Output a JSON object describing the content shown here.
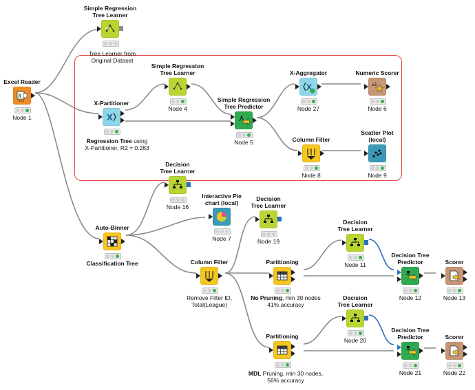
{
  "colors": {
    "manipulator": "#f6c620",
    "learner": "#b9d532",
    "predictor": "#2faa4f",
    "meta": "#8fd6e8",
    "other": "#c89675",
    "viz": "#3a9ab7",
    "source": "#ef8b25",
    "model_port": "#8c8c8c",
    "tree_port": "#2b6fbd",
    "frame": "#e0473e"
  },
  "nodes": {
    "excel_reader": {
      "title": "Excel Reader",
      "label": "Node 1",
      "icon": "excel-icon"
    },
    "srt_learner_top": {
      "title": "Simple Regression\nTree Learner",
      "label": "",
      "icon": "regression-tree-learner-icon"
    },
    "x_partitioner": {
      "title": "X-Partitioner",
      "label": "",
      "icon": "x-partitioner-icon"
    },
    "srt_learner_meta": {
      "title": "Simple Regression\nTree Learner",
      "label": "Node 4",
      "icon": "regression-tree-learner-icon"
    },
    "srt_predictor": {
      "title": "Simple Regression\nTree Predictor",
      "label": "Node 5",
      "icon": "regression-tree-predictor-icon"
    },
    "x_aggregator": {
      "title": "X-Aggregator",
      "label": "Node 27",
      "icon": "x-aggregator-icon"
    },
    "numeric_scorer": {
      "title": "Numeric Scorer",
      "label": "Node 6",
      "icon": "numeric-scorer-icon"
    },
    "column_filter_meta": {
      "title": "Column Filter",
      "label": "Node 8",
      "icon": "column-filter-icon"
    },
    "scatter_plot": {
      "title": "Scatter Plot\n(local)",
      "label": "Node 9",
      "icon": "scatter-plot-icon"
    },
    "dt_learner_16": {
      "title": "Decision\nTree Learner",
      "label": "Node 16",
      "icon": "decision-tree-learner-icon"
    },
    "pie_chart": {
      "title": "Interactive Pie\nchart (local)",
      "label": "Node 7",
      "icon": "pie-chart-icon"
    },
    "dt_learner_19": {
      "title": "Decision\nTree Learner",
      "label": "Node 19",
      "icon": "decision-tree-learner-icon"
    },
    "auto_binner": {
      "title": "Auto-Binner",
      "label": "",
      "icon": "auto-binner-icon"
    },
    "column_filter": {
      "title": "Column Filter",
      "label": "",
      "icon": "column-filter-icon"
    },
    "partitioning_1": {
      "title": "Partitioning",
      "label": "",
      "icon": "partitioning-icon"
    },
    "dt_learner_11": {
      "title": "Decision\nTree Learner",
      "label": "Node 11",
      "icon": "decision-tree-learner-icon"
    },
    "dt_predictor_12": {
      "title": "Decision Tree\nPredictor",
      "label": "Node 12",
      "icon": "decision-tree-predictor-icon"
    },
    "scorer_13": {
      "title": "Scorer",
      "label": "Node 13",
      "icon": "scorer-icon"
    },
    "partitioning_2": {
      "title": "Partitioning",
      "label": "",
      "icon": "partitioning-icon"
    },
    "dt_learner_20": {
      "title": "Decision\nTree Learner",
      "label": "Node 20",
      "icon": "decision-tree-learner-icon"
    },
    "dt_predictor_21": {
      "title": "Decision Tree\nPredictor",
      "label": "Node 21",
      "icon": "decision-tree-predictor-icon"
    },
    "scorer_22": {
      "title": "Scorer",
      "label": "Node 22",
      "icon": "scorer-icon"
    }
  },
  "annotations": {
    "top_learner_1": "Tree Learner from",
    "top_learner_2": "Original Dataset",
    "xpart_bold": "Regression Tree",
    "xpart_rest_1": " using",
    "xpart_rest_2": "X-Partitioner, R2 = 0.263",
    "classification_tree": "Classification Tree",
    "colfilter_1": "Remove Filter ID,",
    "colfilter_2": "Total(League)",
    "nopruning_bold": "No Pruning",
    "nopruning_rest_1": ", min 30 nodes",
    "nopruning_rest_2": "41% accuracy",
    "mdl_bold": "MDL",
    "mdl_rest_1": " Pruning, min 30 nodes,",
    "mdl_rest_2": "56% accuracy"
  }
}
